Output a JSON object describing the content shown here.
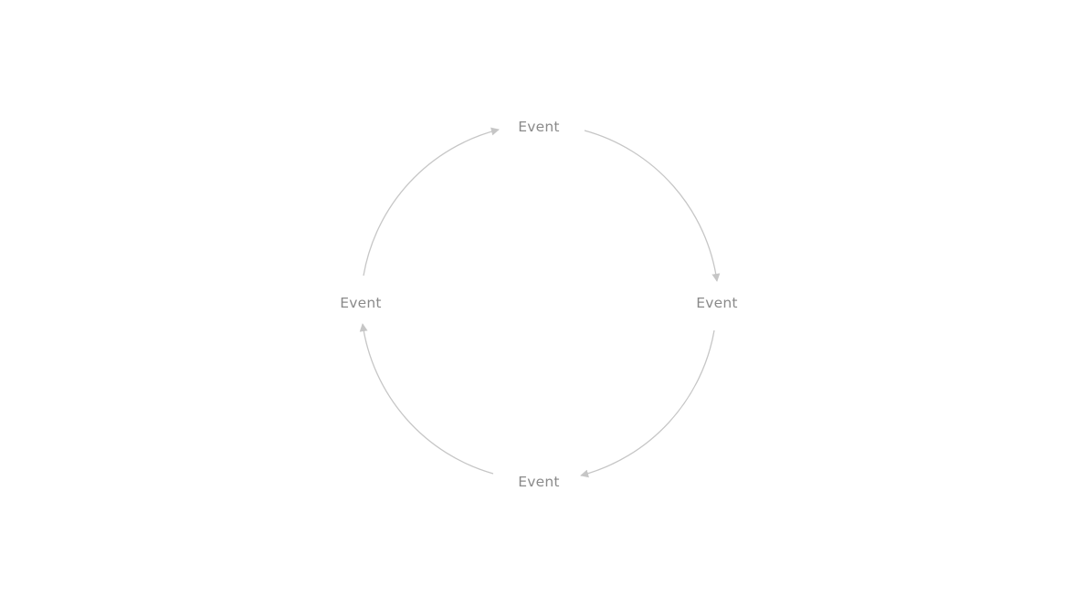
{
  "diagram": {
    "type": "cycle",
    "direction": "clockwise",
    "colors": {
      "label": "#8a8a8a",
      "connector": "#c6c6c6",
      "background": "#ffffff"
    },
    "nodes": [
      {
        "label": "Event"
      },
      {
        "label": "Event"
      },
      {
        "label": "Event"
      },
      {
        "label": "Event"
      }
    ],
    "edges": [
      {
        "from": 0,
        "to": 1
      },
      {
        "from": 1,
        "to": 2
      },
      {
        "from": 2,
        "to": 3
      },
      {
        "from": 3,
        "to": 0
      }
    ]
  }
}
